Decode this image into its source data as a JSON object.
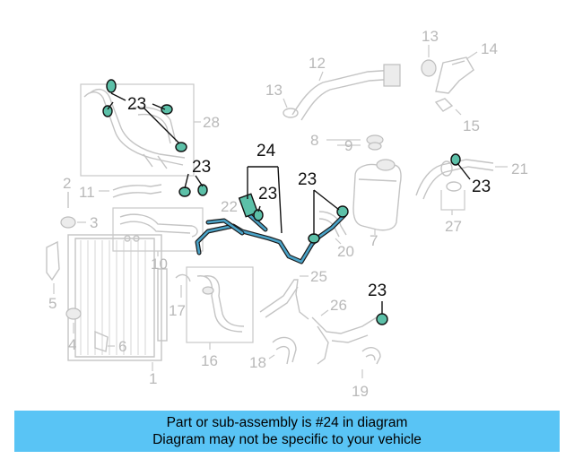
{
  "callouts_grey": [
    "1",
    "2",
    "3",
    "4",
    "5",
    "6",
    "7",
    "8",
    "9",
    "10",
    "11",
    "12",
    "13",
    "13",
    "14",
    "15",
    "16",
    "17",
    "18",
    "19",
    "20",
    "21",
    "22",
    "25",
    "26",
    "27",
    "28"
  ],
  "callouts_dark": [
    "23",
    "23",
    "23",
    "23",
    "23",
    "23",
    "24"
  ],
  "banner": {
    "line1": "Part or sub-assembly is #24 in diagram",
    "line2": "Diagram may not be specific to your vehicle",
    "background": "#59c4f5"
  },
  "highlight_color": "#4aa3c8"
}
